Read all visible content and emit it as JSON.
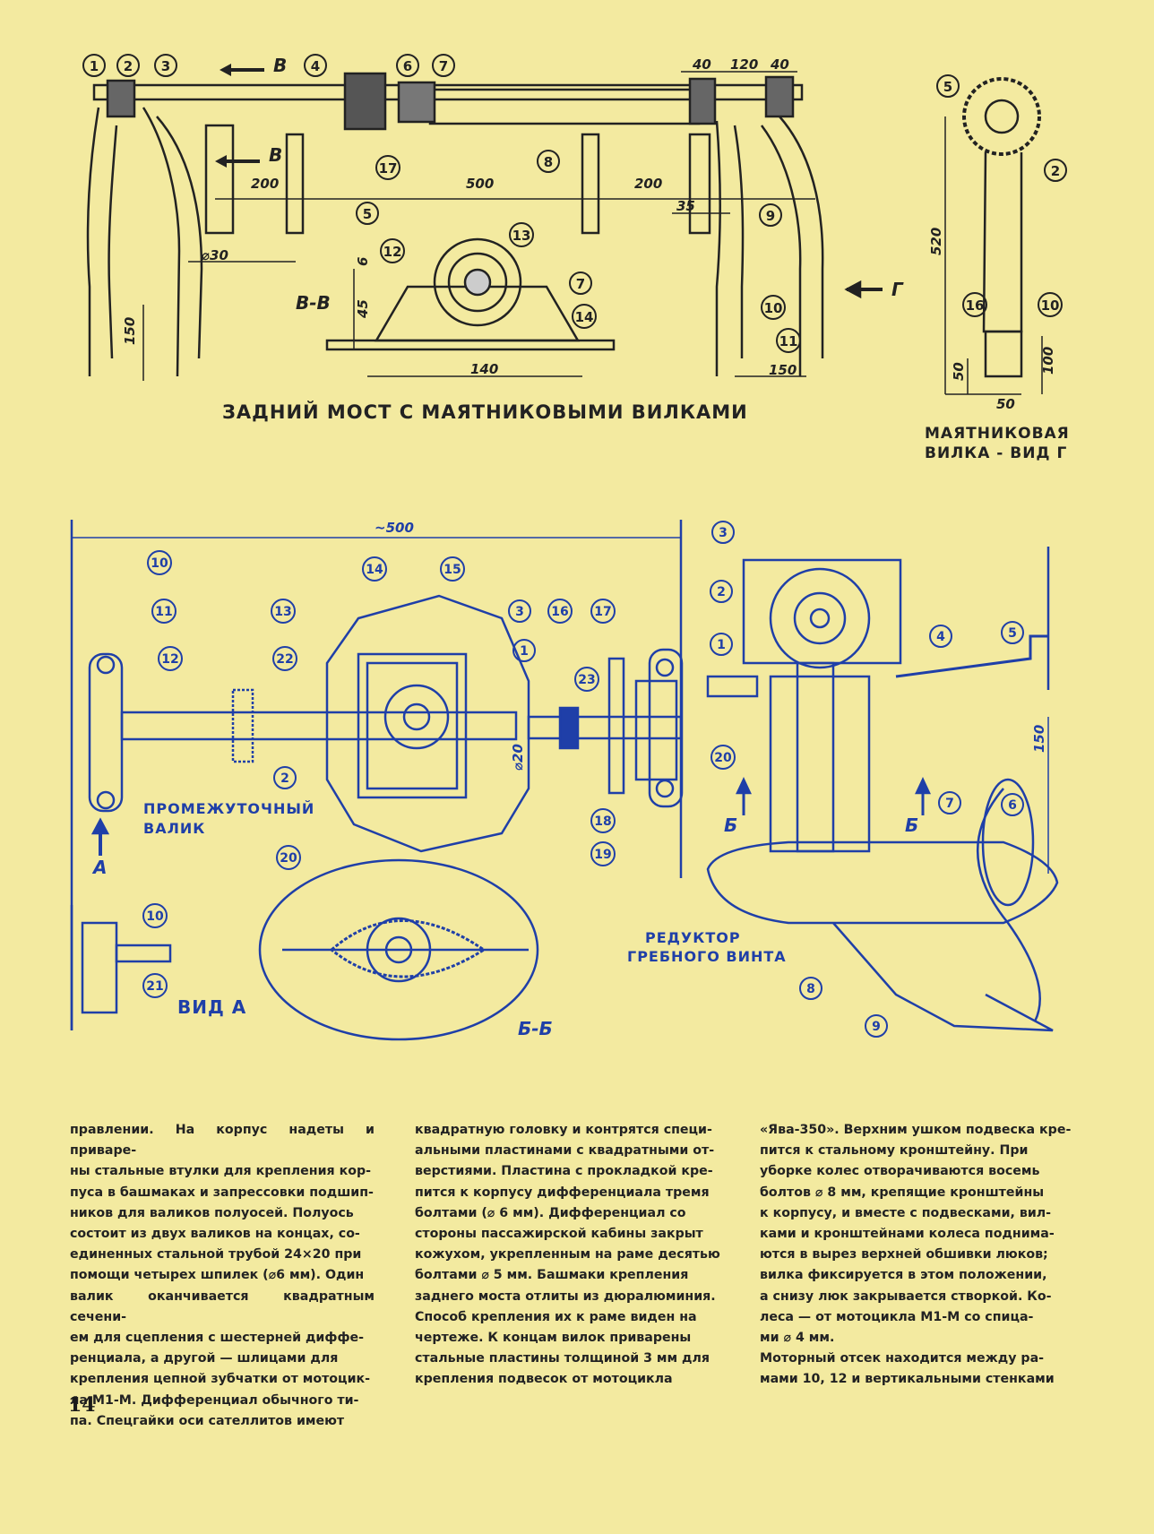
{
  "top_drawing": {
    "caption": "ЗАДНИЙ МОСТ С МАЯТНИКОВЫМИ ВИЛКАМИ",
    "section_label": "В-В",
    "arrow_labels": [
      "В",
      "В",
      "Г"
    ],
    "dims": [
      "40",
      "120",
      "40",
      "200",
      "500",
      "200",
      "35",
      "⌀30",
      "150",
      "6",
      "45",
      "140",
      "150"
    ],
    "callouts": [
      "1",
      "2",
      "3",
      "4",
      "6",
      "7",
      "17",
      "8",
      "5",
      "9",
      "12",
      "13",
      "7",
      "14",
      "10",
      "11"
    ]
  },
  "side_drawing": {
    "caption_line1": "МАЯТНИКОВАЯ",
    "caption_line2": "ВИЛКА - ВИД Г",
    "dims": [
      "520",
      "50",
      "100",
      "50"
    ],
    "callouts": [
      "5",
      "2",
      "16",
      "10"
    ]
  },
  "shaft_drawing": {
    "caption_line1": "ПРОМЕЖУТОЧНЫЙ",
    "caption_line2": "ВАЛИК",
    "view_a": "ВИД А",
    "arrow_label": "А",
    "section_label": "Б-Б",
    "dims": [
      "~500",
      "⌀20"
    ],
    "callouts": [
      "10",
      "11",
      "12",
      "13",
      "22",
      "14",
      "15",
      "3",
      "1",
      "16",
      "17",
      "23",
      "2",
      "18",
      "19",
      "10",
      "21",
      "20"
    ]
  },
  "gear_drawing": {
    "caption_line1": "РЕДУКТОР",
    "caption_line2": "ГРЕБНОГО ВИНТА",
    "arrow_labels": [
      "Б",
      "Б"
    ],
    "dims": [
      "150"
    ],
    "callouts": [
      "3",
      "2",
      "1",
      "4",
      "5",
      "20",
      "7",
      "6",
      "8",
      "9"
    ]
  },
  "text_columns": [
    [
      "правлении. На корпус надеты и приваре-",
      "ны стальные втулки для крепления кор-",
      "пуса в башмаках и запрессовки подшип-",
      "ников для валиков полуосей. Полуось",
      "состоит из двух валиков на концах, со-",
      "единенных стальной трубой 24×20 при",
      "помощи четырех шпилек (⌀6 мм). Один",
      "валик оканчивается квадратным сечени-",
      "ем для сцепления с шестерней диффе-",
      "ренциала, а другой — шлицами для",
      "крепления цепной зубчатки от мотоцик-",
      "ла М1-М. Дифференциал обычного ти-",
      "па. Спецгайки оси сателлитов имеют"
    ],
    [
      "квадратную головку и контрятся специ-",
      "альными пластинами с квадратными от-",
      "верстиями. Пластина с прокладкой кре-",
      "пится к корпусу дифференциала тремя",
      "болтами (⌀ 6 мм). Дифференциал со",
      "стороны пассажирской кабины закрыт",
      "кожухом, укрепленным на раме десятью",
      "болтами ⌀ 5 мм. Башмаки крепления",
      "заднего моста отлиты из дюралюминия.",
      "Способ крепления их к раме виден на",
      "чертеже. К концам вилок приварены",
      "стальные пластины толщиной 3 мм для",
      "крепления подвесок от мотоцикла"
    ],
    [
      "«Ява-350». Верхним ушком подвеска кре-",
      "пится к стальному кронштейну. При",
      "уборке колес отворачиваются восемь",
      "болтов ⌀ 8 мм, крепящие кронштейны",
      "к корпусу, и вместе с подвесками, вил-",
      "ками и кронштейнами колеса поднима-",
      "ются в вырез верхней обшивки люков;",
      "вилка фиксируется в этом положении,",
      "а снизу люк закрывается створкой. Ко-",
      "леса — от мотоцикла М1-М со спица-",
      "ми ⌀ 4 мм.",
      "     Моторный отсек находится между ра-",
      "мами 10, 12 и вертикальными стенками"
    ]
  ],
  "page_number": "14",
  "colors": {
    "paper": "#f3eaa0",
    "ink": "#222222",
    "blueprint": "#1f3fa8"
  }
}
